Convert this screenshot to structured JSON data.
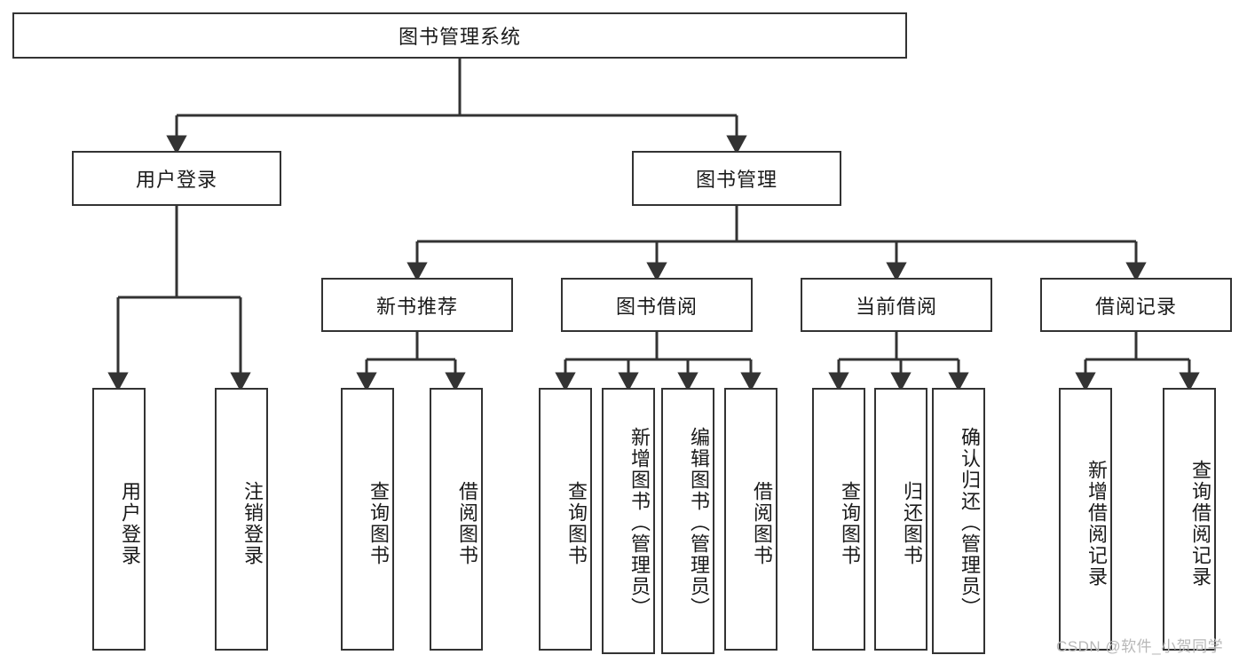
{
  "diagram": {
    "title": "图书管理系统",
    "type": "hierarchy-tree",
    "colors": {
      "box_border": "#333333",
      "box_fill": "#ffffff",
      "edge": "#333333",
      "text": "#1a1a1a",
      "watermark": "#b8b8b8"
    },
    "levels": {
      "root": {
        "label": "图书管理系统",
        "orientation": "horizontal"
      },
      "level2": [
        {
          "label": "用户登录",
          "orientation": "horizontal"
        },
        {
          "label": "图书管理",
          "orientation": "horizontal"
        }
      ],
      "level3": [
        {
          "label": "新书推荐",
          "orientation": "horizontal",
          "parent": "图书管理"
        },
        {
          "label": "图书借阅",
          "orientation": "horizontal",
          "parent": "图书管理"
        },
        {
          "label": "当前借阅",
          "orientation": "horizontal",
          "parent": "图书管理"
        },
        {
          "label": "借阅记录",
          "orientation": "horizontal",
          "parent": "图书管理"
        }
      ],
      "leaves": [
        {
          "label": "用户登录",
          "orientation": "vertical",
          "parent": "用户登录"
        },
        {
          "label": "注销登录",
          "orientation": "vertical",
          "parent": "用户登录"
        },
        {
          "label": "查询图书",
          "orientation": "vertical",
          "parent": "新书推荐"
        },
        {
          "label": "借阅图书",
          "orientation": "vertical",
          "parent": "新书推荐"
        },
        {
          "label": "查询图书",
          "orientation": "vertical",
          "parent": "图书借阅"
        },
        {
          "label": "新增图书（管理员）",
          "orientation": "vertical",
          "parent": "图书借阅"
        },
        {
          "label": "编辑图书（管理员）",
          "orientation": "vertical",
          "parent": "图书借阅"
        },
        {
          "label": "借阅图书",
          "orientation": "vertical",
          "parent": "图书借阅"
        },
        {
          "label": "查询图书",
          "orientation": "vertical",
          "parent": "当前借阅"
        },
        {
          "label": "归还图书",
          "orientation": "vertical",
          "parent": "当前借阅"
        },
        {
          "label": "确认归还（管理员）",
          "orientation": "vertical",
          "parent": "当前借阅"
        },
        {
          "label": "新增借阅记录",
          "orientation": "vertical",
          "parent": "借阅记录"
        },
        {
          "label": "查询借阅记录",
          "orientation": "vertical",
          "parent": "借阅记录"
        }
      ]
    },
    "watermark": "CSDN @软件_小贺同学"
  }
}
